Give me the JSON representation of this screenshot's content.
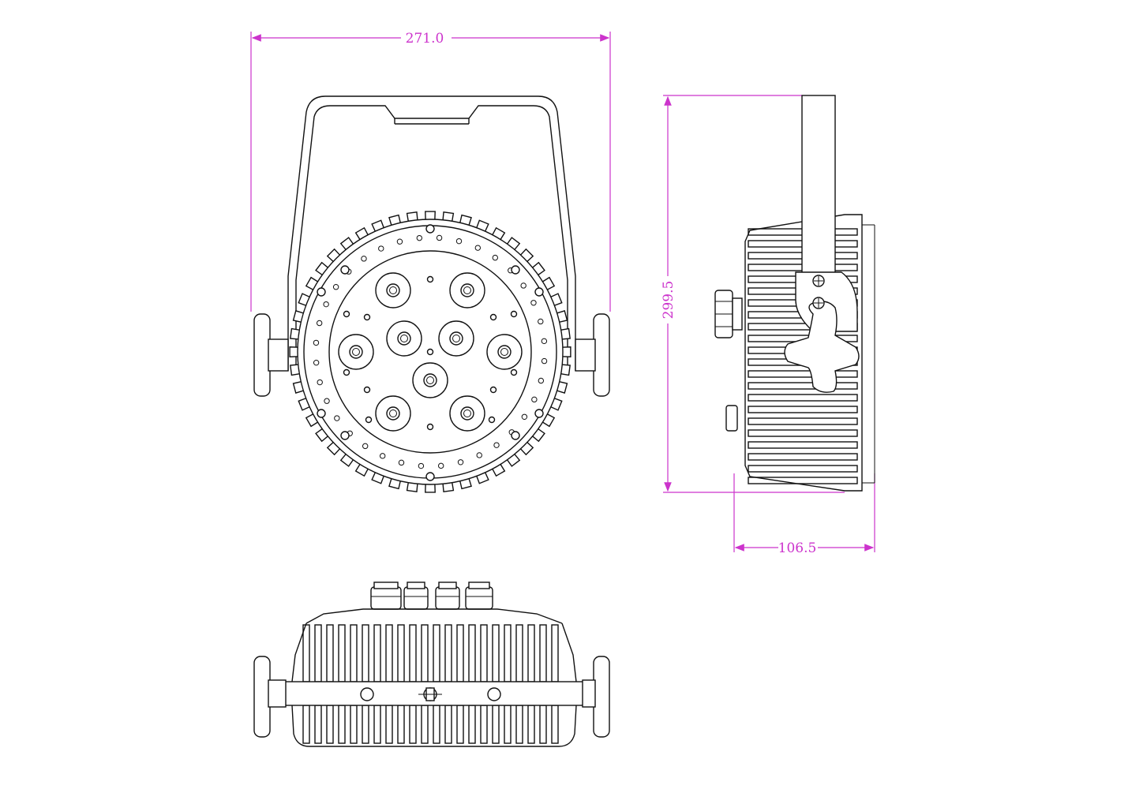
{
  "dimensions": {
    "width_label": "271.0",
    "height_label": "299.5",
    "depth_label": "106.5"
  },
  "views": {
    "front_led_count": 9
  },
  "colors": {
    "dimension_line": "#cc33cc",
    "outline": "#111111",
    "background": "#ffffff"
  }
}
